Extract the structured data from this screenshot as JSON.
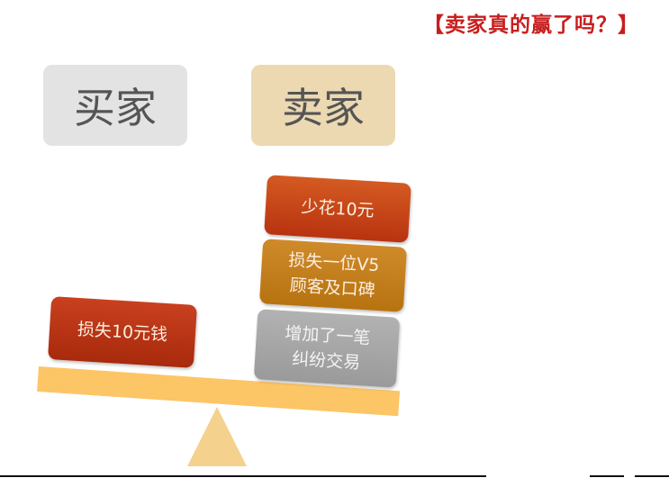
{
  "title": "【卖家真的赢了吗？】",
  "roles": {
    "buyer": "买家",
    "seller": "卖家"
  },
  "buyer_side": {
    "items": [
      {
        "label": "损失10元钱"
      }
    ]
  },
  "seller_side": {
    "items": [
      {
        "line1": "少花10元",
        "line2": ""
      },
      {
        "line1": "损失一位V5",
        "line2": "顾客及口碑"
      },
      {
        "line1": "增加了一笔",
        "line2": "纠纷交易"
      }
    ]
  },
  "colors": {
    "title": "#c81e1e",
    "buyer_tag": "#e3e3e3",
    "seller_tag": "#ecd9b2",
    "beam": "#fcc565",
    "fulcrum": "#f5d18e",
    "red_box": "#b8330f",
    "gold_box": "#b77310",
    "gray_box": "#9a9a9a"
  }
}
